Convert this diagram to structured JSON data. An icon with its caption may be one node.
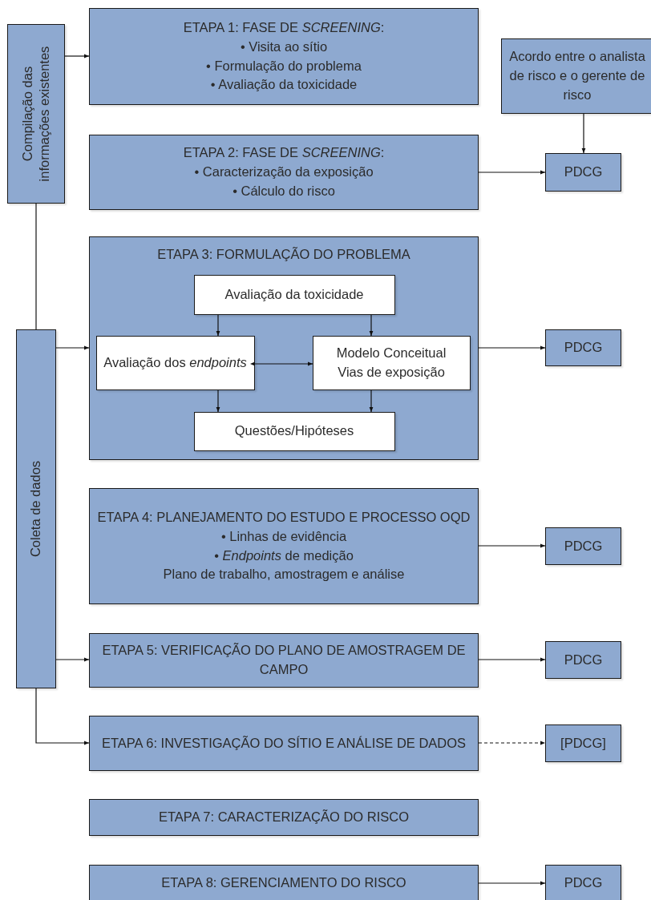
{
  "diagram": {
    "nodes": [
      {
        "text": [
          "Compilação das informações existentes"
        ]
      },
      {
        "text": [
          "ETAPA 1: FASE DE *SCREENING*:",
          "• Visita ao sítio",
          "• Formulação do problema",
          "• Avaliação da toxicidade"
        ]
      },
      {
        "text": [
          "Acordo entre o analista de risco e o gerente de risco"
        ]
      },
      {
        "text": [
          "ETAPA 2: FASE DE *SCREENING*:",
          "• Caracterização da exposição",
          "• Cálculo do risco"
        ]
      },
      {
        "text": [
          "PDCG"
        ]
      },
      {
        "text": [
          "Coleta de dados"
        ]
      },
      {
        "text": [
          "ETAPA 3: FORMULAÇÃO DO PROBLEMA"
        ]
      },
      {
        "text": [
          "Avaliação da toxicidade"
        ],
        "in": 6
      },
      {
        "text": [
          "Avaliação dos *endpoints*"
        ],
        "in": 6
      },
      {
        "text": [
          "Modelo Conceitual",
          "Vias de exposição"
        ],
        "in": 6
      },
      {
        "text": [
          "Questões/Hipóteses"
        ],
        "in": 6
      },
      {
        "text": [
          "PDCG"
        ]
      },
      {
        "text": [
          "ETAPA 4: PLANEJAMENTO DO ESTUDO E PROCESSO OQD",
          "• Linhas de evidência",
          "• *Endpoints* de medição",
          "Plano de trabalho, amostragem e análise"
        ]
      },
      {
        "text": [
          "PDCG"
        ]
      },
      {
        "text": [
          "ETAPA 5: VERIFICAÇÃO DO PLANO DE AMOSTRAGEM DE CAMPO"
        ]
      },
      {
        "text": [
          "PDCG"
        ]
      },
      {
        "text": [
          "ETAPA 6: INVESTIGAÇÃO DO SÍTIO E ANÁLISE DE DADOS"
        ]
      },
      {
        "text": [
          "[PDCG]"
        ]
      },
      {
        "text": [
          "ETAPA 7: CARACTERIZAÇÃO DO RISCO"
        ]
      },
      {
        "text": [
          "ETAPA 8: GERENCIAMENTO DO RISCO"
        ]
      },
      {
        "text": [
          "PDCG"
        ]
      }
    ],
    "edges": [
      {
        "from": 0,
        "to": 1,
        "arrow": "to"
      },
      {
        "from": 2,
        "to": 4,
        "arrow": "to"
      },
      {
        "from": 3,
        "to": 4,
        "arrow": "to"
      },
      {
        "from": 0,
        "to": 5,
        "arrow": "none"
      },
      {
        "from": 5,
        "to": 6,
        "arrow": "to"
      },
      {
        "from": 7,
        "to": 8,
        "arrow": "to"
      },
      {
        "from": 7,
        "to": 9,
        "arrow": "to"
      },
      {
        "from": 8,
        "to": 9,
        "arrow": "both"
      },
      {
        "from": 8,
        "to": 10,
        "arrow": "to"
      },
      {
        "from": 9,
        "to": 10,
        "arrow": "to"
      },
      {
        "from": 6,
        "to": 11,
        "arrow": "to"
      },
      {
        "from": 12,
        "to": 13,
        "arrow": "to"
      },
      {
        "from": 5,
        "to": 14,
        "arrow": "to"
      },
      {
        "from": 14,
        "to": 15,
        "arrow": "to"
      },
      {
        "from": 5,
        "to": 16,
        "arrow": "to"
      },
      {
        "from": 16,
        "to": 17,
        "arrow": "to",
        "style": "dashed"
      },
      {
        "from": 19,
        "to": 20,
        "arrow": "to"
      }
    ]
  }
}
